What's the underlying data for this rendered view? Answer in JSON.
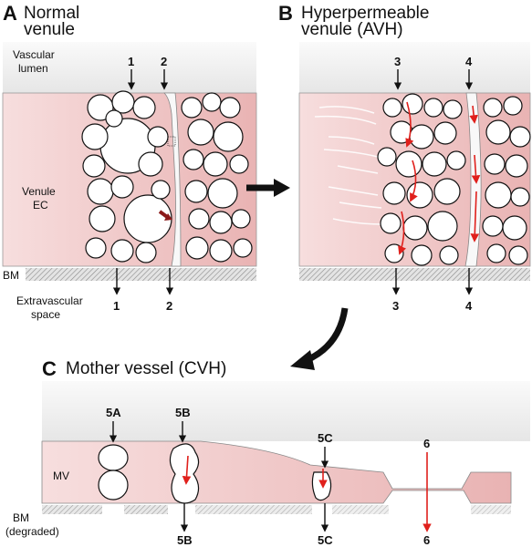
{
  "panels": {
    "a": {
      "letter": "A",
      "title_line1": "Normal",
      "title_line2": "venule"
    },
    "b": {
      "letter": "B",
      "title_line1": "Hyperpermeable",
      "title_line2": "venule (AVH)"
    },
    "c": {
      "letter": "C",
      "title": "Mother vessel (CVH)"
    }
  },
  "labels": {
    "lumen_line1": "Vascular",
    "lumen_line2": "lumen",
    "ec_line1": "Venule",
    "ec_line2": "EC",
    "bm": "BM",
    "extra_line1": "Extravascular",
    "extra_line2": "space",
    "mv": "MV",
    "bm_degraded_line1": "BM",
    "bm_degraded_line2": "(degraded)"
  },
  "pathways": {
    "p1": "1",
    "p2": "2",
    "p3": "3",
    "p4": "4",
    "p5a": "5A",
    "p5b": "5B",
    "p5c": "5C",
    "p6": "6"
  },
  "colors": {
    "endothelium": "#f0c4c4",
    "lumen_bg": "#f4f4f4",
    "membrane_hatch": "#999999",
    "red_arrow": "#e0201c",
    "dark_red_arrow": "#8b1a1a",
    "outline": "#111111"
  }
}
